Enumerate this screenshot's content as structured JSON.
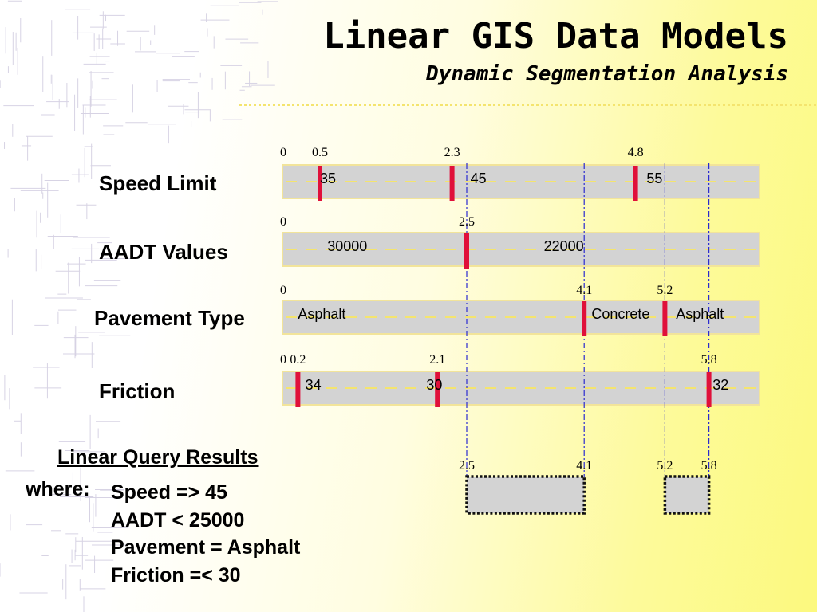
{
  "title": "Linear GIS Data Models",
  "subtitle": "Dynamic Segmentation Analysis",
  "colors": {
    "bar_fill": "#d3d3d3",
    "bar_border": "#f2e49a",
    "centerline": "#f4e46e",
    "marker": "#e0103a",
    "guide": "#2a2ad0"
  },
  "layers": [
    {
      "label": "Speed Limit",
      "ticks": [
        {
          "text": "0",
          "pos": 0
        },
        {
          "text": "0.5",
          "pos": 0.5
        },
        {
          "text": "2.3",
          "pos": 2.3
        },
        {
          "text": "4.8",
          "pos": 4.8
        }
      ],
      "markers": [
        0.5,
        2.3,
        4.8
      ],
      "segments": [
        {
          "text": "35",
          "pos": 0.5
        },
        {
          "text": "45",
          "pos": 2.55
        },
        {
          "text": "55",
          "pos": 4.95
        }
      ]
    },
    {
      "label": "AADT Values",
      "ticks": [
        {
          "text": "0",
          "pos": 0
        },
        {
          "text": "2.5",
          "pos": 2.5
        }
      ],
      "markers": [
        2.5
      ],
      "segments": [
        {
          "text": "30000",
          "pos": 0.6
        },
        {
          "text": "22000",
          "pos": 3.55
        }
      ]
    },
    {
      "label": "Pavement Type",
      "ticks": [
        {
          "text": "0",
          "pos": 0
        },
        {
          "text": "4.1",
          "pos": 4.1
        },
        {
          "text": "5.2",
          "pos": 5.2
        }
      ],
      "markers": [
        4.1,
        5.2
      ],
      "segments": [
        {
          "text": "Asphalt",
          "pos": 0.2
        },
        {
          "text": "Concrete",
          "pos": 4.2
        },
        {
          "text": "Asphalt",
          "pos": 5.35
        }
      ]
    },
    {
      "label": "Friction",
      "ticks": [
        {
          "text": "0",
          "pos": 0
        },
        {
          "text": "0.2",
          "pos": 0.2
        },
        {
          "text": "2.1",
          "pos": 2.1
        },
        {
          "text": "5.8",
          "pos": 5.8
        }
      ],
      "markers": [
        0.2,
        2.1,
        5.8
      ],
      "segments": [
        {
          "text": "34",
          "pos": 0.3
        },
        {
          "text": "30",
          "pos": 1.95
        },
        {
          "text": "32",
          "pos": 5.85
        }
      ]
    }
  ],
  "guides": [
    2.5,
    4.1,
    5.2,
    5.8
  ],
  "query": {
    "heading": "Linear Query Results",
    "where": "where:",
    "conditions": [
      "Speed => 45",
      "AADT < 25000",
      "Pavement = Asphalt",
      "Friction =< 30"
    ],
    "result_ticks": [
      {
        "text": "2.5",
        "pos": 2.5
      },
      {
        "text": "4.1",
        "pos": 4.1
      },
      {
        "text": "5.2",
        "pos": 5.2
      },
      {
        "text": "5.8",
        "pos": 5.8
      }
    ],
    "result_segments": [
      {
        "start": 2.5,
        "end": 4.1
      },
      {
        "start": 5.2,
        "end": 5.8
      }
    ]
  }
}
